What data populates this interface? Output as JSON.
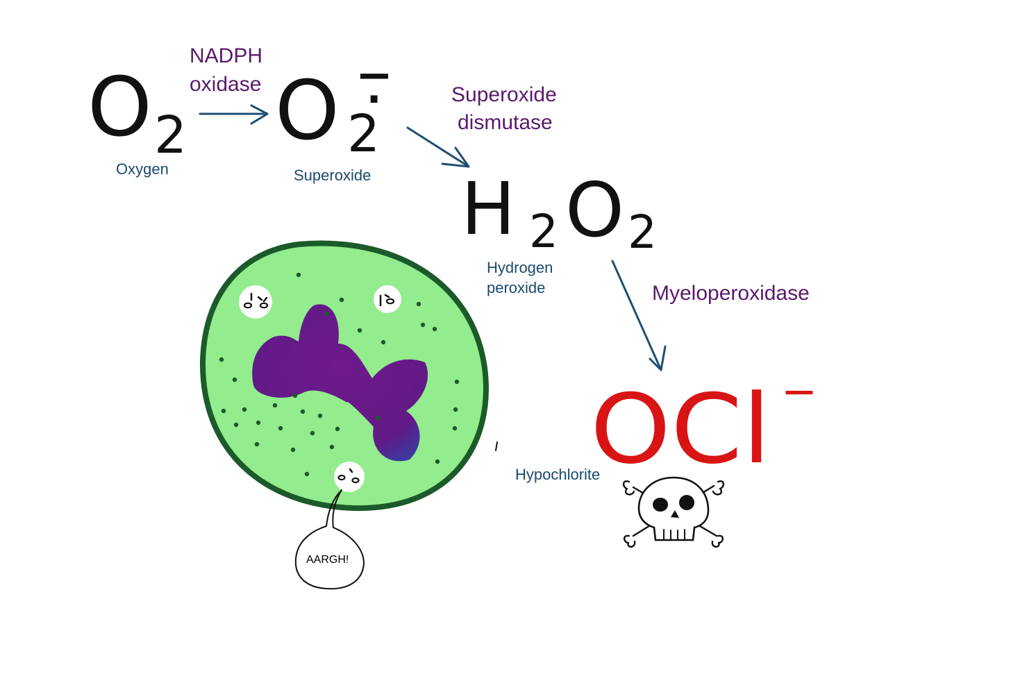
{
  "colors": {
    "enzyme_text": "#5a1a6b",
    "compound_text": "#1a4a6e",
    "arrow": "#1d4f73",
    "formula_ink": "#111111",
    "hypochlorite_ink": "#d91414",
    "cell_fill": "#93ec8d",
    "cell_outline": "#1b5a2a",
    "nucleus": "#6a1a86",
    "granule": "#1b5a2a"
  },
  "formulas": {
    "oxygen": {
      "main": "O",
      "sub": "2"
    },
    "superoxide": {
      "main": "O",
      "sub": "2",
      "charge": "−",
      "radical": "·"
    },
    "hydrogen_peroxide": {
      "h": "H",
      "h_sub": "2",
      "o": "O",
      "o_sub": "2"
    },
    "hypochlorite": {
      "main": "OCl",
      "charge": "−"
    }
  },
  "enzymes": {
    "nadph_oxidase": [
      "NADPH",
      "oxidase"
    ],
    "superoxide_dismutase": [
      "Superoxide",
      "dismutase"
    ],
    "myeloperoxidase": "Myeloperoxidase"
  },
  "compounds": {
    "oxygen": "Oxygen",
    "superoxide": "Superoxide",
    "hydrogen_peroxide": [
      "Hydrogen",
      "peroxide"
    ],
    "hypochlorite": "Hypochlorite"
  },
  "speech_bubble": "AARGH!",
  "icons": {
    "microbes": "bacterium-face-icon",
    "poison": "skull-crossbones-icon",
    "cell": "neutrophil-illustration"
  }
}
